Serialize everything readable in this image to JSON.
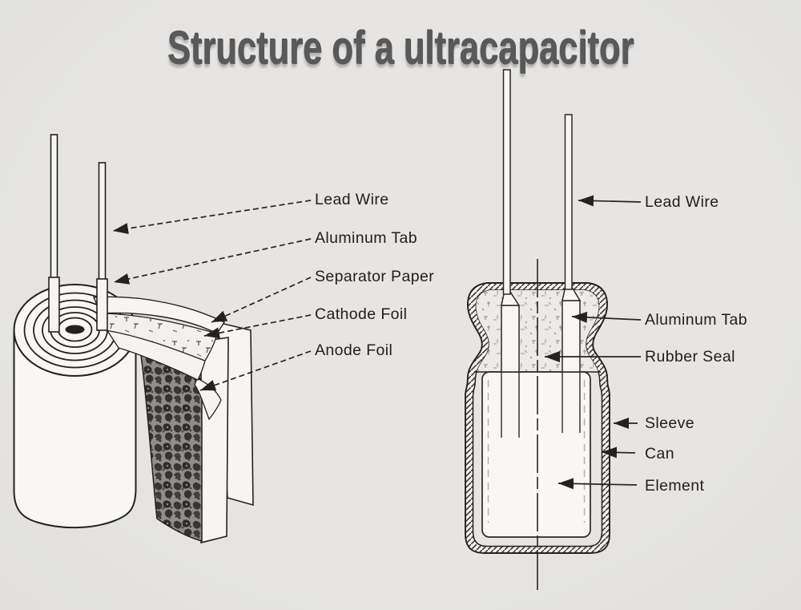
{
  "title": "Structure of a ultracapacitor",
  "left_diagram": {
    "description_labels": [
      "Lead Wire",
      "Aluminum Tab",
      "Separator Paper",
      "Cathode Foil",
      "Anode Foil"
    ],
    "labels": [
      "Lead Wire",
      "Aluminum Tab",
      "Separator Paper",
      "Cathode Foil",
      "Anode Foil"
    ]
  },
  "right_diagram": {
    "labels": [
      "Lead Wire",
      "Aluminum Tab",
      "Rubber Seal",
      "Sleeve",
      "Can",
      "Element"
    ]
  },
  "colors": {
    "background": "#e4e3e1",
    "ink": "#23221f",
    "title_gray": "#5a5959",
    "foil_gray": "#8f8e8b",
    "paper_white": "#f7f6f4"
  }
}
